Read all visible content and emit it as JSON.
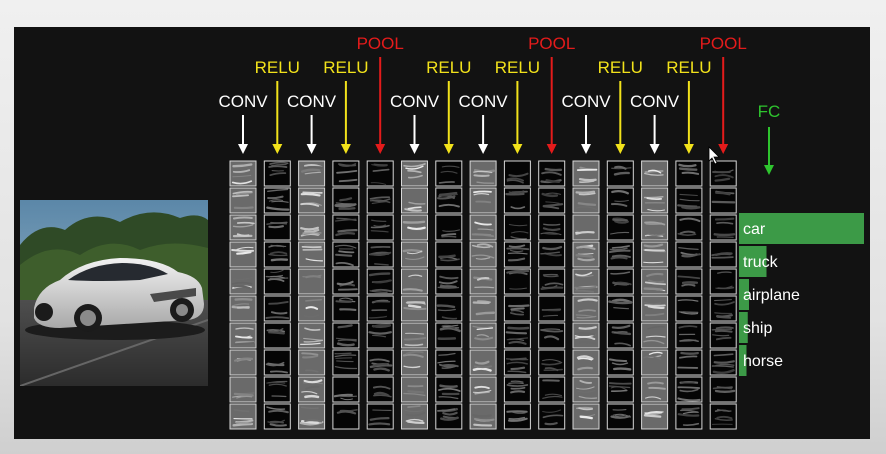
{
  "layers": [
    {
      "type": "CONV",
      "color": "#ffffff"
    },
    {
      "type": "RELU",
      "color": "#f2e21b"
    },
    {
      "type": "CONV",
      "color": "#ffffff"
    },
    {
      "type": "RELU",
      "color": "#f2e21b"
    },
    {
      "type": "POOL",
      "color": "#e41b1b"
    },
    {
      "type": "CONV",
      "color": "#ffffff"
    },
    {
      "type": "RELU",
      "color": "#f2e21b"
    },
    {
      "type": "CONV",
      "color": "#ffffff"
    },
    {
      "type": "RELU",
      "color": "#f2e21b"
    },
    {
      "type": "POOL",
      "color": "#e41b1b"
    },
    {
      "type": "CONV",
      "color": "#ffffff"
    },
    {
      "type": "RELU",
      "color": "#f2e21b"
    },
    {
      "type": "CONV",
      "color": "#ffffff"
    },
    {
      "type": "RELU",
      "color": "#f2e21b"
    },
    {
      "type": "POOL",
      "color": "#e41b1b"
    }
  ],
  "fc": {
    "label": "FC",
    "color": "#2ec42e"
  },
  "outputs": [
    {
      "label": "car",
      "score": 1.0
    },
    {
      "label": "truck",
      "score": 0.22
    },
    {
      "label": "airplane",
      "score": 0.08
    },
    {
      "label": "ship",
      "score": 0.07
    },
    {
      "label": "horse",
      "score": 0.06
    }
  ],
  "bar_color": "#3c9a47",
  "input_image": {
    "icon": "car-photo"
  },
  "cursor": {
    "icon": "mouse-pointer-icon"
  }
}
